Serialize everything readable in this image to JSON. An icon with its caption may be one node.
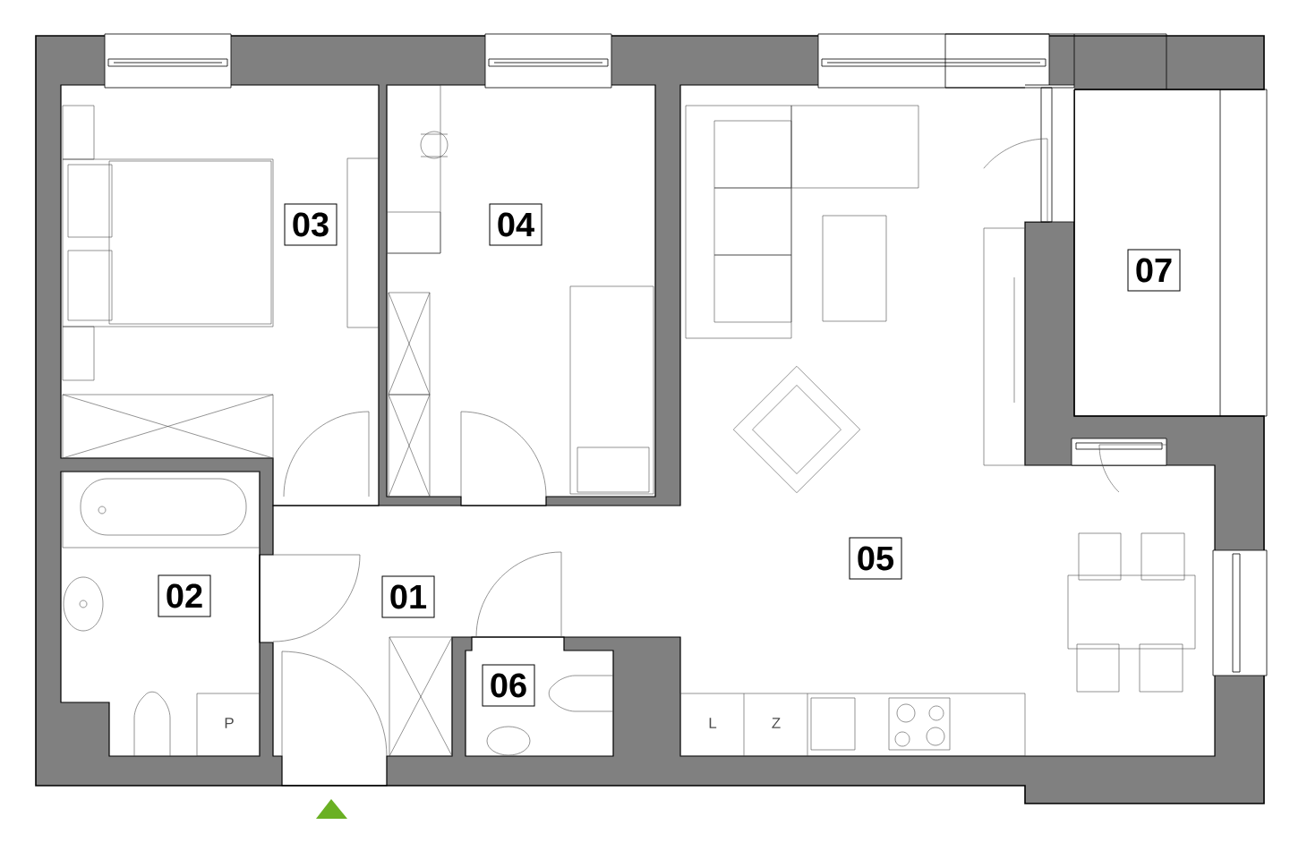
{
  "diagram": {
    "nodes": [
      {
        "text": [
          "03"
        ]
      },
      {
        "text": [
          "04"
        ]
      },
      {
        "text": [
          "07"
        ]
      },
      {
        "text": [
          "05"
        ]
      },
      {
        "text": [
          "02"
        ]
      },
      {
        "text": [
          "01"
        ]
      },
      {
        "text": [
          "06"
        ]
      }
    ],
    "labels": [
      "P",
      "L",
      "Z"
    ]
  }
}
